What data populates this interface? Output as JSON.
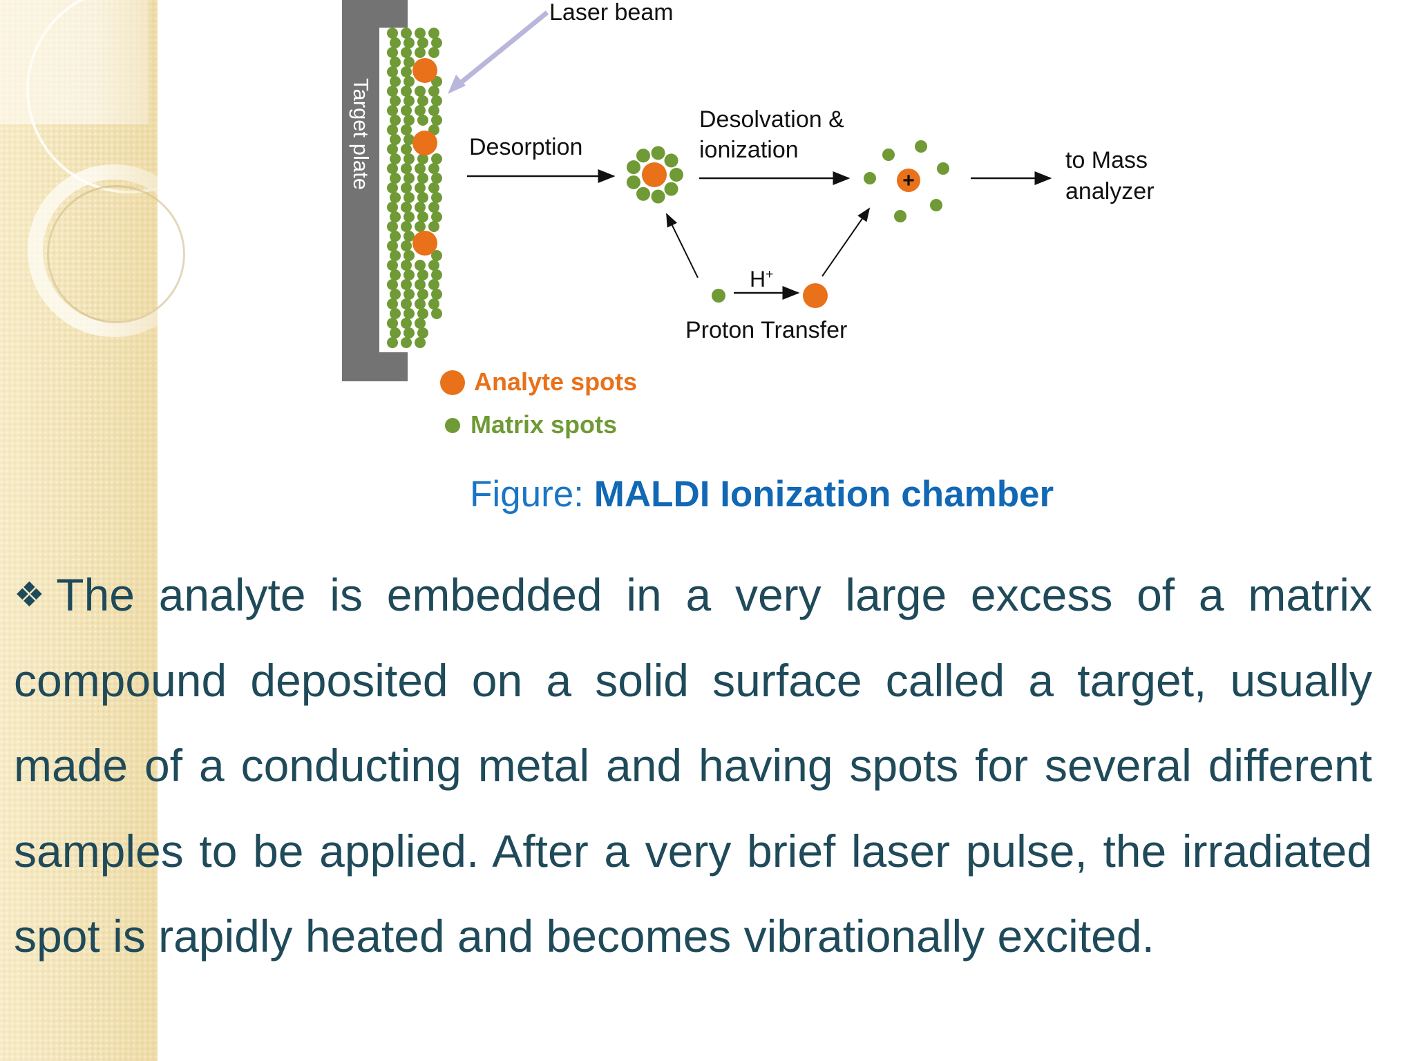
{
  "diagram": {
    "laser_beam_label": "Laser beam",
    "target_plate_label": "Target plate",
    "desorption_label": "Desorption",
    "desolvation_label_line1": "Desolvation &",
    "desolvation_label_line2": "ionization",
    "to_mass_line1": "to Mass",
    "to_mass_line2": "analyzer",
    "proton_label": "H",
    "proton_superscript": "+",
    "ion_charge": "+",
    "proton_transfer_label": "Proton Transfer",
    "legend": {
      "analyte_label": "Analyte spots",
      "matrix_label": "Matrix spots",
      "analyte_color": "#e8711a",
      "matrix_color": "#6f9a35"
    }
  },
  "caption": {
    "prefix": "Figure: ",
    "title": "MALDI Ionization chamber"
  },
  "body": {
    "bullet": "❖",
    "text": "The analyte is embedded in a very large excess of a matrix compound deposited on a solid surface called a target, usually made of a conducting metal and having spots for several different samples to be applied. After a very brief laser pulse, the irradiated spot is rapidly heated and becomes vibrationally excited."
  }
}
